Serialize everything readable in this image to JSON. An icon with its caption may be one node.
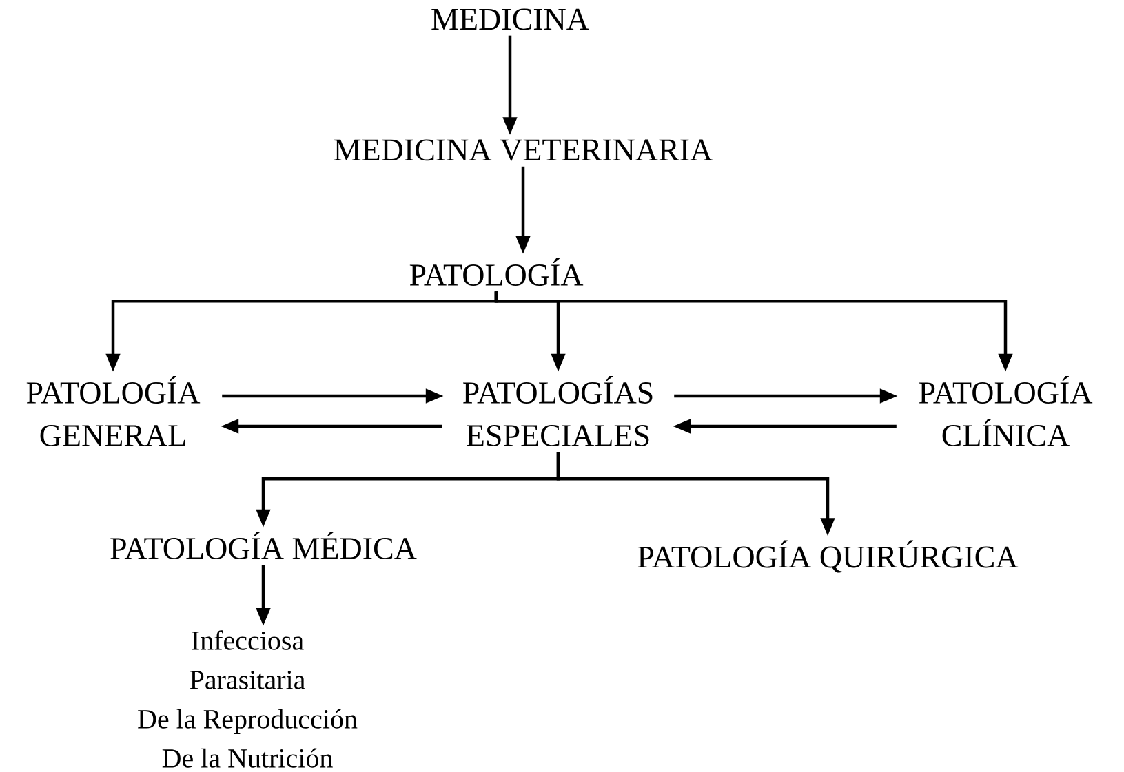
{
  "diagram": {
    "nodes": [
      {
        "text": [
          "MEDICINA"
        ]
      },
      {
        "text": [
          "MEDICINA VETERINARIA"
        ]
      },
      {
        "text": [
          "PATOLOGÍA"
        ]
      },
      {
        "text": [
          "PATOLOGÍA GENERAL"
        ]
      },
      {
        "text": [
          "PATOLOGÍAS ESPECIALES"
        ]
      },
      {
        "text": [
          "PATOLOGÍA CLÍNICA"
        ]
      },
      {
        "text": [
          "PATOLOGÍA MÉDICA"
        ]
      },
      {
        "text": [
          "PATOLOGÍA QUIRÚRGICA"
        ]
      },
      {
        "text": [
          "Infecciosa",
          "Parasitaria",
          "De la Reproducción",
          "De la Nutrición"
        ]
      }
    ],
    "edges": [
      {
        "from": 0,
        "to": 1,
        "arrow": "to"
      },
      {
        "from": 1,
        "to": 2,
        "arrow": "to"
      },
      {
        "from": 2,
        "to": 3,
        "arrow": "to"
      },
      {
        "from": 2,
        "to": 4,
        "arrow": "to"
      },
      {
        "from": 2,
        "to": 5,
        "arrow": "to"
      },
      {
        "from": 3,
        "to": 4,
        "arrow": "to"
      },
      {
        "from": 4,
        "to": 3,
        "arrow": "to"
      },
      {
        "from": 4,
        "to": 5,
        "arrow": "to"
      },
      {
        "from": 5,
        "to": 4,
        "arrow": "to"
      },
      {
        "from": 4,
        "to": 6,
        "arrow": "to"
      },
      {
        "from": 4,
        "to": 7,
        "arrow": "to"
      },
      {
        "from": 6,
        "to": 8,
        "arrow": "to"
      }
    ]
  }
}
